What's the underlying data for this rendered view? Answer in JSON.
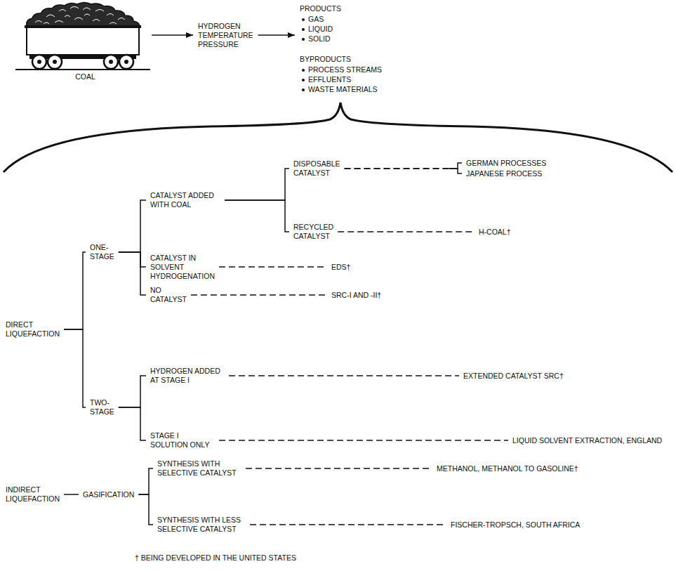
{
  "diagram": {
    "nodes": [
      {
        "text": [
          "COAL"
        ]
      },
      {
        "text": [
          "HYDROGEN TEMPERATURE PRESSURE"
        ]
      },
      {
        "text": [
          "PRODUCTS",
          "GAS",
          "LIQUID",
          "SOLID",
          "BYPRODUCTS",
          "PROCESS STREAMS",
          "EFFLUENTS",
          "WASTE MATERIALS"
        ]
      },
      {
        "text": [
          "DIRECT LIQUEFACTION"
        ]
      },
      {
        "text": [
          "ONE-STAGE"
        ]
      },
      {
        "text": [
          "CATALYST ADDED WITH COAL"
        ]
      },
      {
        "text": [
          "DISPOSABLE CATALYST"
        ]
      },
      {
        "text": [
          "GERMAN PROCESSES"
        ]
      },
      {
        "text": [
          "JAPANESE PROCESS"
        ]
      },
      {
        "text": [
          "RECYCLED CATALYST"
        ]
      },
      {
        "text": [
          "H-COAL†"
        ]
      },
      {
        "text": [
          "CATALYST IN SOLVENT HYDROGENATION"
        ]
      },
      {
        "text": [
          "EDS†"
        ]
      },
      {
        "text": [
          "NO CATALYST"
        ]
      },
      {
        "text": [
          "SRC-I AND -II†"
        ]
      },
      {
        "text": [
          "TWO-STAGE"
        ]
      },
      {
        "text": [
          "HYDROGEN ADDED AT STAGE I"
        ]
      },
      {
        "text": [
          "EXTENDED CATALYST SRC†"
        ]
      },
      {
        "text": [
          "STAGE I SOLUTION ONLY"
        ]
      },
      {
        "text": [
          "LIQUID SOLVENT EXTRACTION, ENGLAND"
        ]
      },
      {
        "text": [
          "INDIRECT LIQUEFACTION"
        ]
      },
      {
        "text": [
          "GASIFICATION"
        ]
      },
      {
        "text": [
          "SYNTHESIS WITH SELECTIVE CATALYST"
        ]
      },
      {
        "text": [
          "METHANOL, METHANOL TO GASOLINE†"
        ]
      },
      {
        "text": [
          "SYNTHESIS WITH LESS SELECTIVE CATALYST"
        ]
      },
      {
        "text": [
          "FISCHER-TROPSCH, SOUTH AFRICA"
        ]
      }
    ],
    "edges": [
      {
        "from": 0,
        "to": 1,
        "arrow": "to"
      },
      {
        "from": 1,
        "to": 2,
        "arrow": "to"
      },
      {
        "from": 3,
        "to": 4,
        "arrow": "none"
      },
      {
        "from": 3,
        "to": 15,
        "arrow": "none"
      },
      {
        "from": 4,
        "to": 5,
        "arrow": "none"
      },
      {
        "from": 4,
        "to": 11,
        "arrow": "none"
      },
      {
        "from": 4,
        "to": 13,
        "arrow": "none"
      },
      {
        "from": 5,
        "to": 6,
        "arrow": "none"
      },
      {
        "from": 5,
        "to": 9,
        "arrow": "none"
      },
      {
        "from": 6,
        "to": 7,
        "arrow": "none"
      },
      {
        "from": 6,
        "to": 8,
        "arrow": "none"
      },
      {
        "from": 9,
        "to": 10,
        "arrow": "none"
      },
      {
        "from": 11,
        "to": 12,
        "arrow": "none"
      },
      {
        "from": 13,
        "to": 14,
        "arrow": "none"
      },
      {
        "from": 15,
        "to": 16,
        "arrow": "none"
      },
      {
        "from": 15,
        "to": 18,
        "arrow": "none"
      },
      {
        "from": 16,
        "to": 17,
        "arrow": "none"
      },
      {
        "from": 18,
        "to": 19,
        "arrow": "none"
      },
      {
        "from": 20,
        "to": 21,
        "arrow": "none"
      },
      {
        "from": 21,
        "to": 22,
        "arrow": "none"
      },
      {
        "from": 21,
        "to": 24,
        "arrow": "none"
      },
      {
        "from": 22,
        "to": 23,
        "arrow": "none"
      },
      {
        "from": 24,
        "to": 25,
        "arrow": "none"
      }
    ],
    "labels": [
      "† BEING DEVELOPED IN THE UNITED STATES"
    ]
  }
}
